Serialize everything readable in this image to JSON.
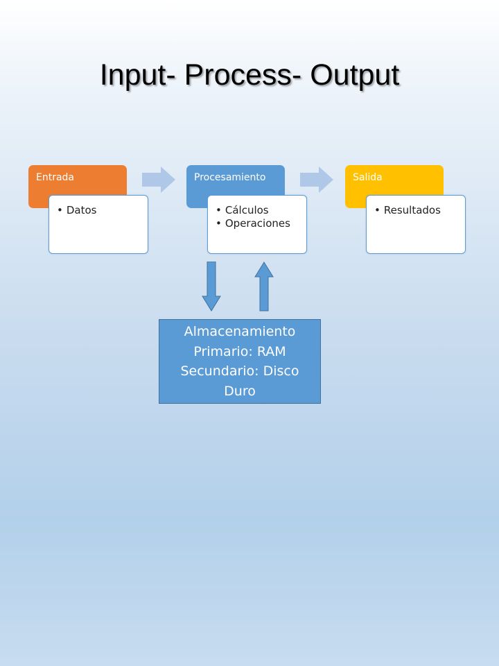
{
  "title": "Input- Process- Output",
  "phases": [
    {
      "label": "Entrada",
      "items": [
        "Datos"
      ],
      "color": "#ed7d31"
    },
    {
      "label": "Procesamiento",
      "items": [
        "Cálculos",
        "Operaciones"
      ],
      "color": "#5b9bd5"
    },
    {
      "label": "Salida",
      "items": [
        "Resultados"
      ],
      "color": "#ffc000"
    }
  ],
  "storage": {
    "lines": [
      "Almacenamiento",
      "Primario: RAM",
      "Secundario: Disco",
      "Duro"
    ],
    "color": "#5b9bd5"
  },
  "arrows": {
    "flow_color": "#b0c8e8",
    "storage_color": "#5b9bd5",
    "down_icon": "arrow-down-icon",
    "up_icon": "arrow-up-icon"
  }
}
